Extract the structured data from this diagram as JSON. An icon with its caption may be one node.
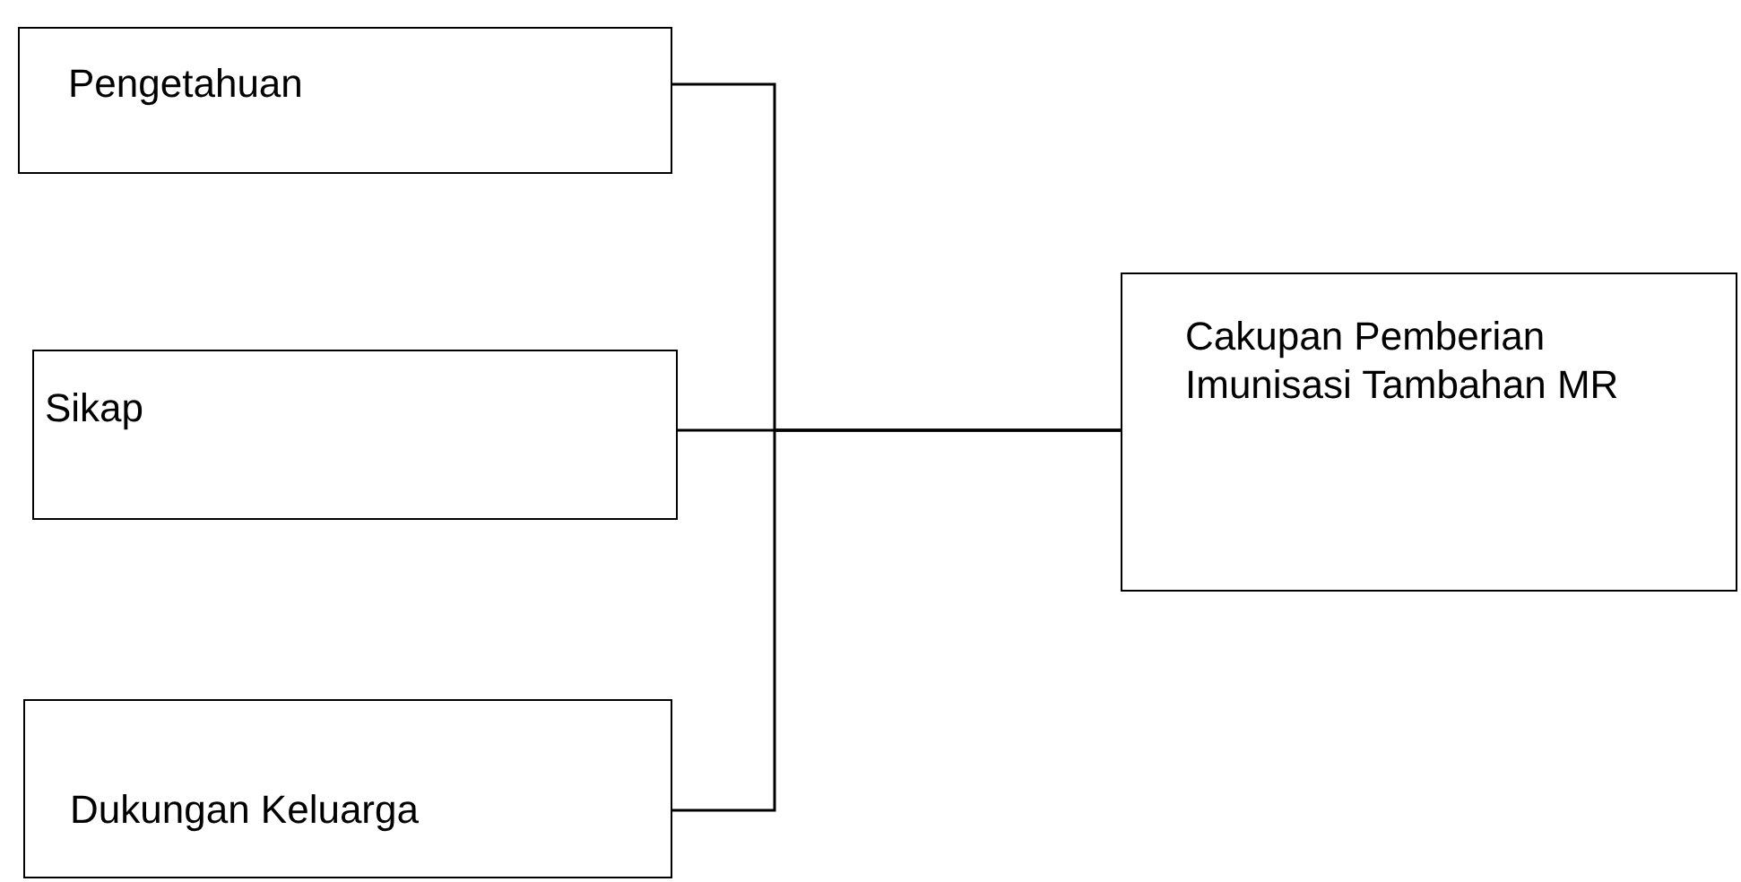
{
  "diagram": {
    "nodes": [
      {
        "text": [
          "Pengetahuan"
        ]
      },
      {
        "text": [
          "Sikap"
        ]
      },
      {
        "text": [
          "Dukungan Keluarga"
        ]
      },
      {
        "text": [
          "Cakupan Pemberian Imunisasi Tambahan MR"
        ]
      }
    ],
    "edges": [
      {
        "from": 0,
        "to": 3,
        "arrow": "none"
      },
      {
        "from": 1,
        "to": 3,
        "arrow": "none"
      },
      {
        "from": 2,
        "to": 3,
        "arrow": "none"
      }
    ]
  }
}
